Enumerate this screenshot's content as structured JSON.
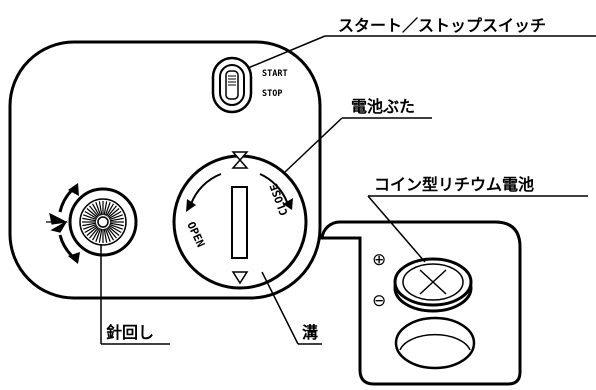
{
  "callouts": {
    "switch": "スタート／ストップスイッチ",
    "battery_cover": "電池ぶた",
    "coin_battery": "コイン型リチウム電池",
    "needle_knob": "針回し",
    "groove": "溝"
  },
  "switch_labels": {
    "start": "START",
    "stop": "STOP"
  },
  "cover_labels": {
    "open": "OPEN",
    "close": "CLOSE"
  },
  "polarity": {
    "plus": "⊕",
    "minus": "⊖"
  },
  "colors": {
    "line": "#000000",
    "background": "#ffffff"
  }
}
